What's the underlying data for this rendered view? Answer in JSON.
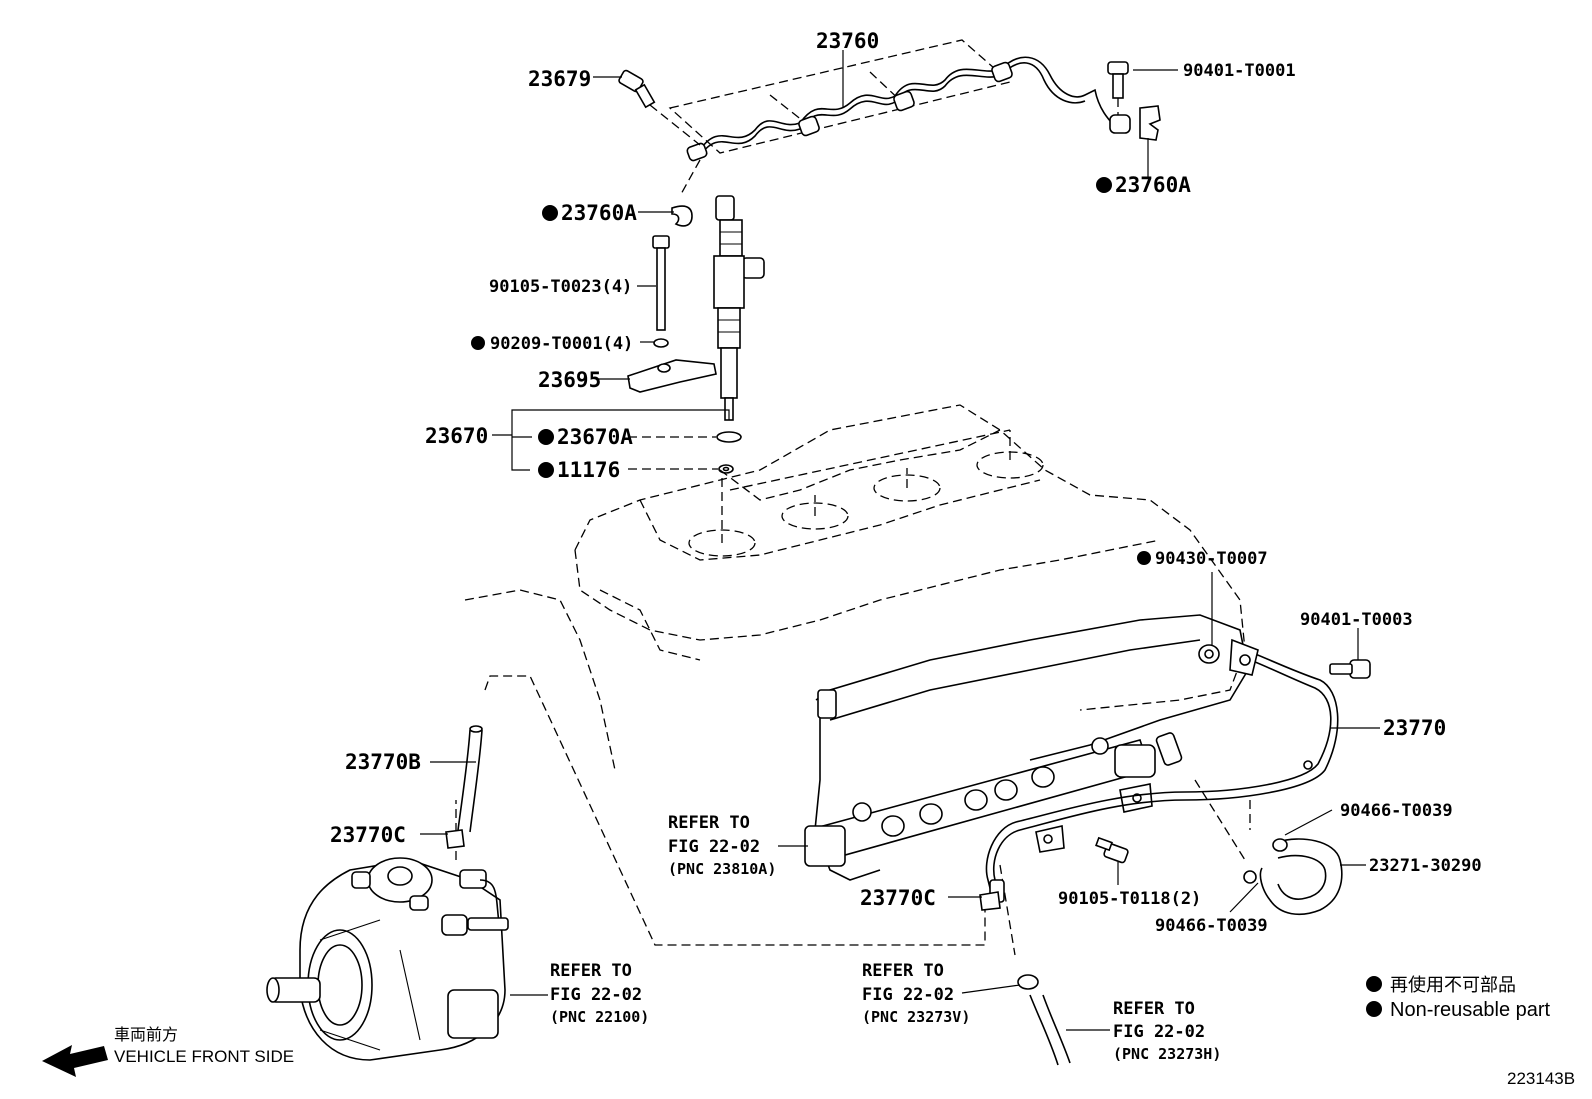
{
  "callouts": {
    "p23760": "23760",
    "p23679": "23679",
    "p90401_T0001": "90401-T0001",
    "p23760A_left": "23760A",
    "p23760A_right": "23760A",
    "p90105_T0023": "90105-T0023(4)",
    "p90209_T0001": "90209-T0001(4)",
    "p23695": "23695",
    "p23670": "23670",
    "p23670A": "23670A",
    "p11176": "11176",
    "p90430_T0007": "90430-T0007",
    "p90401_T0003": "90401-T0003",
    "p23770": "23770",
    "p23770B": "23770B",
    "p23770C_left": "23770C",
    "p23770C_mid": "23770C",
    "p90466_T0039_top": "90466-T0039",
    "p90466_T0039_bottom": "90466-T0039",
    "p23271_30290": "23271-30290",
    "p90105_T0118": "90105-T0118(2)"
  },
  "references": {
    "rail": {
      "line1": "REFER TO",
      "line2": "FIG 22-02",
      "line3": "(PNC 23810A)"
    },
    "pump": {
      "line1": "REFER TO",
      "line2": "FIG 22-02",
      "line3": "(PNC 22100)"
    },
    "hose_v": {
      "line1": "REFER TO",
      "line2": "FIG 22-02",
      "line3": "(PNC 23273V)"
    },
    "hose_h": {
      "line1": "REFER TO",
      "line2": "FIG 22-02",
      "line3": "(PNC 23273H)"
    }
  },
  "legend": {
    "jp": "再使用不可部品",
    "en": "Non-reusable part"
  },
  "direction": {
    "jp": "車両前方",
    "en": "VEHICLE FRONT SIDE"
  },
  "figure_id": "223143B"
}
